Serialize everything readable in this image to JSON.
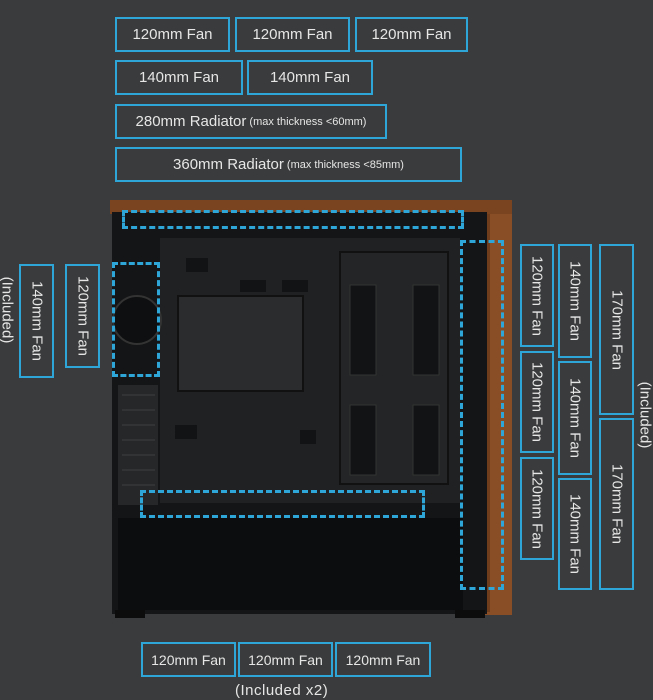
{
  "top_row_1": [
    "120mm Fan",
    "120mm Fan",
    "120mm Fan"
  ],
  "top_row_2": [
    "140mm Fan",
    "140mm Fan"
  ],
  "radiator_280": {
    "label": "280mm Radiator",
    "note": "(max thickness <60mm)"
  },
  "radiator_360": {
    "label": "360mm Radiator",
    "note": "(max thickness <85mm)"
  },
  "rear": {
    "fan_140": "140mm Fan",
    "fan_120": "120mm Fan",
    "included": "(Included)"
  },
  "front": {
    "col_120": [
      "120mm Fan",
      "120mm Fan",
      "120mm Fan"
    ],
    "col_140": [
      "140mm Fan",
      "140mm Fan",
      "140mm Fan"
    ],
    "col_170": [
      "170mm Fan",
      "170mm Fan"
    ],
    "included": "(Included)"
  },
  "bottom": {
    "fans": [
      "120mm Fan",
      "120mm Fan",
      "120mm Fan"
    ],
    "included": "(Included x2)"
  }
}
